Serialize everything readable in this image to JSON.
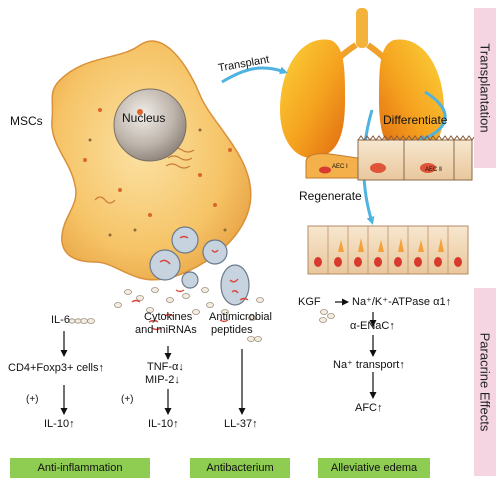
{
  "labels": {
    "mscs": "MSCs",
    "nucleus": "Nucleus",
    "transplant": "Transplant",
    "differentiate": "Differentiate",
    "regenerate": "Regenerate",
    "aec1": "AEC Ⅰ",
    "aec2": "AEC Ⅱ"
  },
  "side_panels": {
    "transplantation": "Transplantation",
    "paracrine": "Paracrine Effects"
  },
  "anti_inflammation": {
    "il6": "IL-6",
    "cd4": "CD4+Foxp3+ cells↑",
    "plus1": "(+)",
    "il10_a": "IL-10↑",
    "cytokines_line1": "Cytokines",
    "cytokines_line2": "and miRNAs",
    "tnf": "TNF-α↓",
    "mip2": "MIP-2↓",
    "plus2": "(+)",
    "il10_b": "IL-10↑"
  },
  "antibacterium": {
    "peptides_line1": "Antimicrobial",
    "peptides_line2": "peptides",
    "ll37": "LL-37↑"
  },
  "edema": {
    "kgf": "KGF",
    "na_k_atpase": "Na⁺/K⁺-ATPase α1↑",
    "enac": "α-ENaC↑",
    "na_transport": "Na⁺ transport↑",
    "afc": "AFC↑"
  },
  "categories": [
    "Anti-inflammation",
    "Antibacterium",
    "Alleviative edema"
  ],
  "colors": {
    "cell_fill": "#f7c46a",
    "arrow_blue": "#4fb3df",
    "category_green": "#8fcc52",
    "side_pink": "#f6d5e3",
    "lung_orange": "#f5a623"
  }
}
